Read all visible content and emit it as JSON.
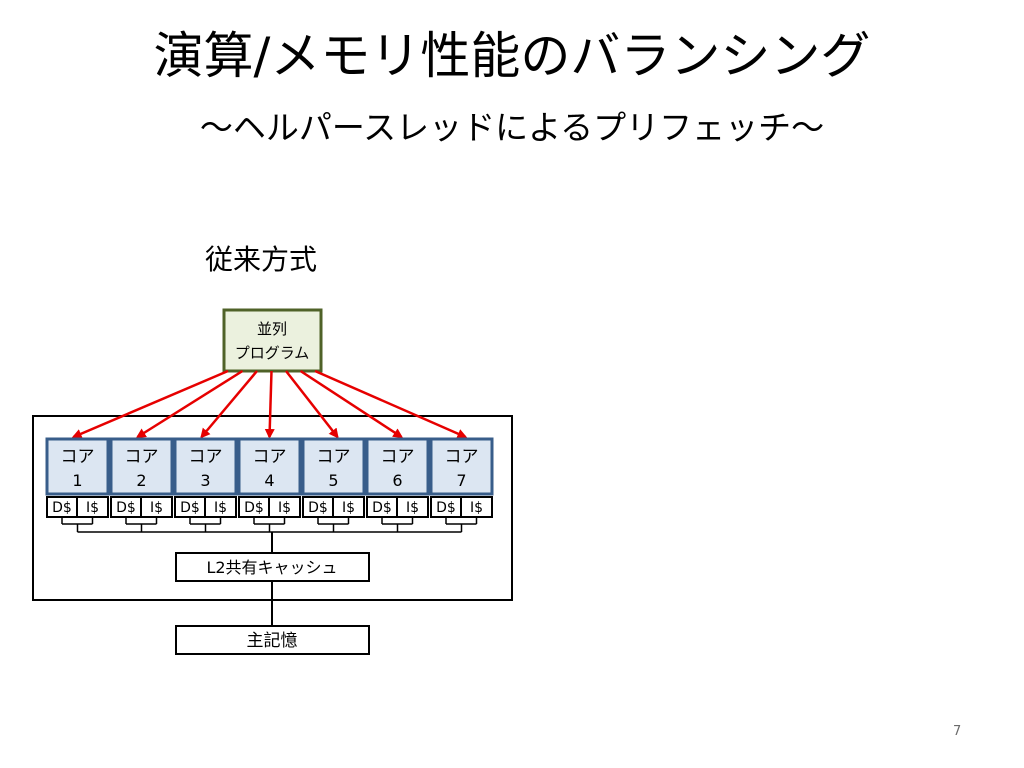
{
  "title": "演算/メモリ性能のバランシング",
  "subtitle": "〜ヘルパースレッドによるプリフェッチ〜",
  "section_label": "従来方式",
  "program_box": {
    "line1": "並列",
    "line2": "プログラム"
  },
  "cores": [
    {
      "label": "コア",
      "number": "1",
      "dcache": "D$",
      "icache": "I$"
    },
    {
      "label": "コア",
      "number": "2",
      "dcache": "D$",
      "icache": "I$"
    },
    {
      "label": "コア",
      "number": "3",
      "dcache": "D$",
      "icache": "I$"
    },
    {
      "label": "コア",
      "number": "4",
      "dcache": "D$",
      "icache": "I$"
    },
    {
      "label": "コア",
      "number": "5",
      "dcache": "D$",
      "icache": "I$"
    },
    {
      "label": "コア",
      "number": "6",
      "dcache": "D$",
      "icache": "I$"
    },
    {
      "label": "コア",
      "number": "7",
      "dcache": "D$",
      "icache": "I$"
    }
  ],
  "l2_cache": "L2共有キャッシュ",
  "main_memory": "主記憶",
  "page_number": "7",
  "colors": {
    "program_fill": "#ebf1de",
    "program_border": "#4f6228",
    "core_fill": "#dce6f2",
    "core_border": "#385d8a",
    "arrow": "#e60000"
  }
}
